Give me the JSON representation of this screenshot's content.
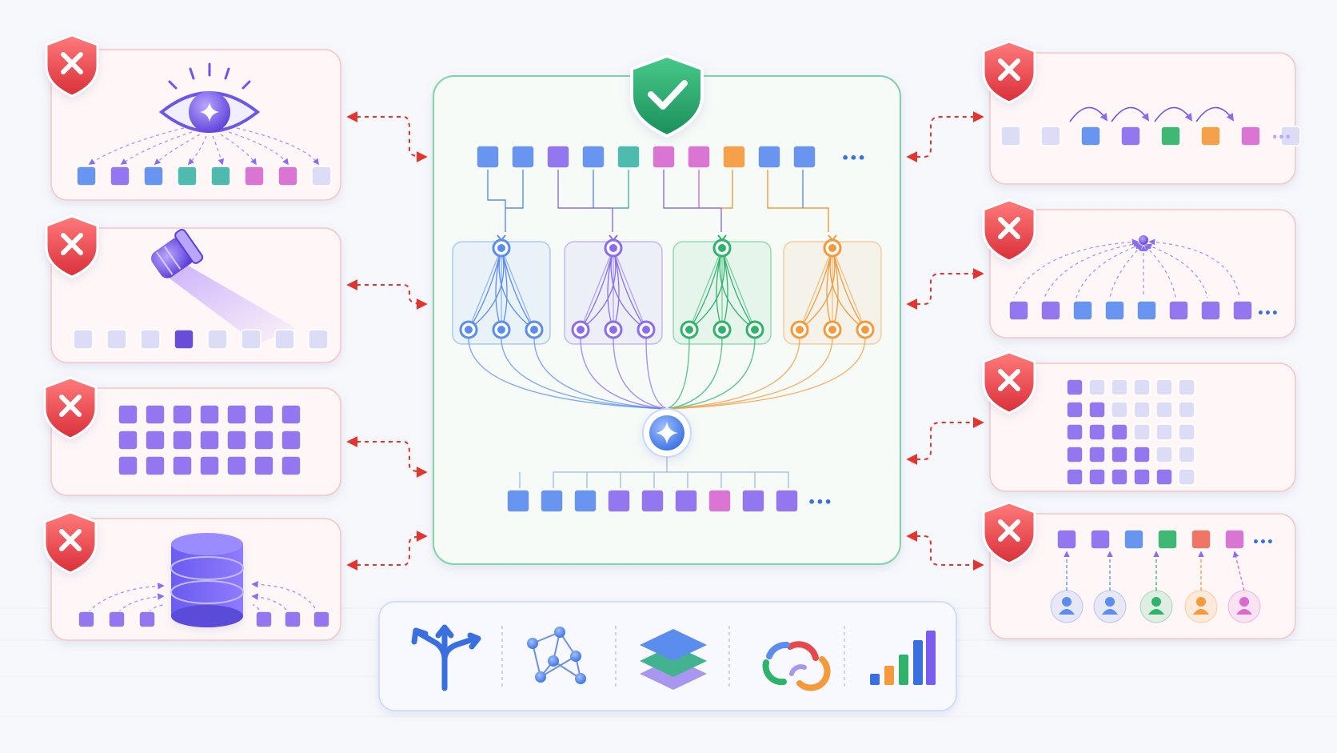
{
  "colors": {
    "good": "#22a06b",
    "bad": "#e5484d",
    "blue": "#5b8def",
    "purple": "#8b6cf0",
    "teal": "#3fb6a8",
    "pink": "#d96ad0",
    "orange": "#f59a3c",
    "green": "#2fb36b",
    "red": "#ef6b5b",
    "connector": "#e3342f"
  },
  "center": {
    "badge_icon": "shield-check-icon",
    "input_tokens": [
      "blue",
      "blue",
      "purple",
      "blue",
      "teal",
      "pink",
      "pink",
      "orange",
      "blue",
      "blue"
    ],
    "output_tokens": [
      "blue",
      "blue",
      "blue",
      "purple",
      "purple",
      "purple",
      "pink",
      "purple",
      "purple"
    ],
    "ellipsis": "•••",
    "experts": [
      {
        "color": "blue"
      },
      {
        "color": "purple"
      },
      {
        "color": "green"
      },
      {
        "color": "orange"
      }
    ],
    "router_icon": "sparkle-icon"
  },
  "left_panels": [
    {
      "name": "vision",
      "icon": "eye-icon",
      "badge_icon": "shield-x-icon",
      "tokens": [
        "blue",
        "purple",
        "blue",
        "teal",
        "teal",
        "pink",
        "pink",
        "light"
      ]
    },
    {
      "name": "spotlight",
      "icon": "spotlight-icon",
      "badge_icon": "shield-x-icon",
      "tokens": [
        "light",
        "light",
        "light",
        "purple-dark",
        "light",
        "light",
        "light",
        "light"
      ]
    },
    {
      "name": "grid",
      "icon": "token-grid-icon",
      "badge_icon": "shield-x-icon",
      "rows": 3,
      "cols": 7
    },
    {
      "name": "database",
      "icon": "database-icon",
      "badge_icon": "shield-x-icon",
      "tokens": [
        "purple",
        "purple",
        "purple",
        "purple",
        "purple",
        "purple"
      ]
    }
  ],
  "right_panels": [
    {
      "name": "sequential",
      "icon": "recurrent-arrows-icon",
      "badge_icon": "shield-x-icon",
      "tokens": [
        "light",
        "light",
        "blue",
        "purple",
        "green",
        "orange",
        "pink",
        "light"
      ],
      "ellipsis": "•••"
    },
    {
      "name": "broadcast",
      "icon": "broadcast-icon",
      "badge_icon": "shield-x-icon",
      "tokens": [
        "purple",
        "purple",
        "blue",
        "blue",
        "blue",
        "purple",
        "purple",
        "purple"
      ],
      "ellipsis": "•••"
    },
    {
      "name": "causal-mask",
      "icon": "triangular-mask-icon",
      "badge_icon": "shield-x-icon",
      "rows": 5,
      "cols": 6
    },
    {
      "name": "per-user",
      "icon": "users-icon",
      "badge_icon": "shield-x-icon",
      "tokens": [
        "purple",
        "purple",
        "blue",
        "green",
        "red",
        "pink"
      ],
      "users": [
        "blue",
        "blue",
        "green",
        "orange",
        "pink"
      ],
      "ellipsis": "•••"
    }
  ],
  "footer": {
    "icons": [
      "branching-arrows-icon",
      "network-graph-icon",
      "layers-icon",
      "recycle-loop-icon",
      "bar-growth-icon"
    ]
  }
}
